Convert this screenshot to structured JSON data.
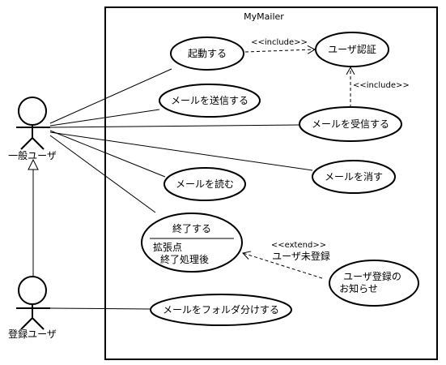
{
  "system": {
    "name": "MyMailer"
  },
  "actors": {
    "general_user": "一般ユーザ",
    "registered_user": "登録ユーザ"
  },
  "use_cases": {
    "start": "起動する",
    "auth": "ユーザ認証",
    "send": "メールを送信する",
    "receive": "メールを受信する",
    "read": "メールを読む",
    "delete": "メールを消す",
    "quit": "終了する",
    "quit_ext_title": "拡張点",
    "quit_ext_point": "終了処理後",
    "notify_line1": "ユーザ登録の",
    "notify_line2": "お知らせ",
    "folder": "メールをフォルダ分けする"
  },
  "relations": {
    "include_start": "<<include>>",
    "include_receive": "<<include>>",
    "extend": "<<extend>>",
    "extend_condition": "ユーザ未登録"
  }
}
